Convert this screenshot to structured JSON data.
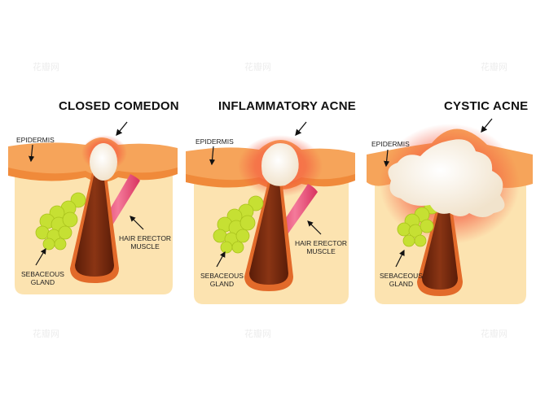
{
  "panels": [
    {
      "title": "CLOSED COMEDON",
      "epidermis_label": "EPIDERMIS",
      "muscle_label_line1": "HAIR ERECTOR",
      "muscle_label_line2": "MUSCLE",
      "gland_label_line1": "SEBACEOUS",
      "gland_label_line2": "GLAND"
    },
    {
      "title": "INFLAMMATORY ACNE",
      "epidermis_label": "EPIDERMIS",
      "muscle_label_line1": "HAIR ERECTOR",
      "muscle_label_line2": "MUSCLE",
      "gland_label_line1": "SEBACEOUS",
      "gland_label_line2": "GLAND"
    },
    {
      "title": "CYSTIC ACNE",
      "epidermis_label": "EPIDERMIS",
      "gland_label_line1": "SEBACEOUS",
      "gland_label_line2": "GLAND"
    }
  ],
  "colors": {
    "dermis": "#fce3b0",
    "epidermis": "#f6a45a",
    "epidermis_edge": "#f08a3a",
    "inflammation": "#f04a38",
    "pus": "#fff8ee",
    "follicle": "#7a2a10",
    "follicle_rim": "#e26a2a",
    "gland": "#c6e033",
    "muscle": "#e84a78"
  },
  "watermark": "花瓣网"
}
